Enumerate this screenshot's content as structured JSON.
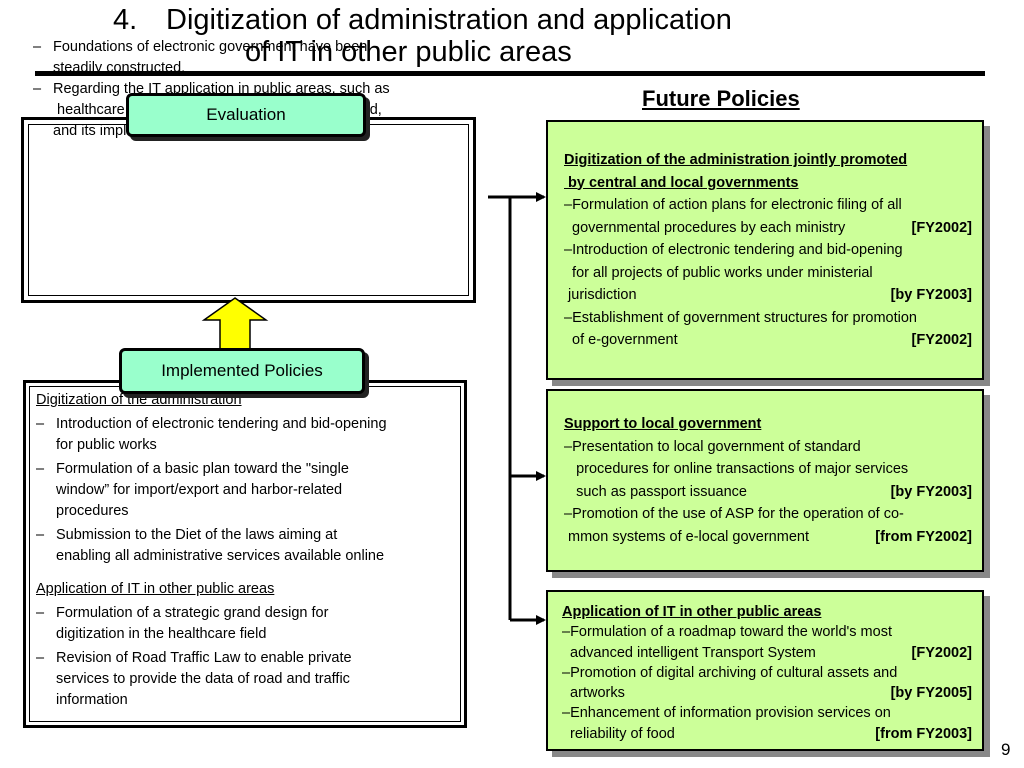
{
  "slide": {
    "title_number": "4.",
    "title_line1": "Digitization of administration and application",
    "title_line2": "of IT in other public areas",
    "page_number": "9"
  },
  "evaluation": {
    "label": "Evaluation",
    "items": [
      {
        "dash": "–",
        "text": "Foundations of electronic government have been",
        "cont": "steadily constructed."
      },
      {
        "dash": "–",
        "text": "Regarding the IT application in public areas, such as",
        "cont": " healthcare, ITS and GIS, its direction was clarified,",
        "cont2": "and its implementation is expected from now."
      }
    ]
  },
  "implemented": {
    "label": "Implemented Policies",
    "section1_heading": "Digitization of the administration",
    "section1_items": [
      {
        "dash": "–",
        "line1": "Introduction of electronic tendering and bid-opening",
        "line2": "for public works"
      },
      {
        "dash": "–",
        "line1": "Formulation of a basic plan toward the \"single",
        "line2": "window” for import/export and harbor-related",
        "line3": "procedures"
      },
      {
        "dash": "–",
        "line1": "Submission to the Diet of the laws aiming at",
        "line2": "enabling all administrative services available online"
      }
    ],
    "section2_heading": "Application of IT in other public areas",
    "section2_items": [
      {
        "dash": "–",
        "line1": "Formulation of a strategic grand design for",
        "line2": "digitization in the healthcare field"
      },
      {
        "dash": "–",
        "line1": "Revision of Road Traffic Law to enable private",
        "line2": "services to provide the data of road and traffic",
        "line3": "information"
      }
    ]
  },
  "future": {
    "title": "Future Policies",
    "box1": {
      "heading1": "Digitization of the administration jointly promoted",
      "heading2": " by central and local governments",
      "lines": [
        {
          "text": "–Formulation of action plans for electronic filing of all",
          "tag": ""
        },
        {
          "text": "  governmental procedures by each ministry",
          "tag": "[FY2002]"
        },
        {
          "text": "–Introduction of electronic tendering and bid-opening",
          "tag": ""
        },
        {
          "text": "  for all projects of public works under ministerial",
          "tag": ""
        },
        {
          "text": " jurisdiction",
          "tag": "[by FY2003]"
        },
        {
          "text": "–Establishment of government structures for promotion",
          "tag": ""
        },
        {
          "text": "  of e-government",
          "tag": "[FY2002]"
        }
      ]
    },
    "box2": {
      "heading": "Support to local government",
      "lines": [
        {
          "text": "–Presentation to local government of standard",
          "tag": ""
        },
        {
          "text": "   procedures for online transactions of major services",
          "tag": ""
        },
        {
          "text": "   such as passport issuance",
          "tag": "[by FY2003]"
        },
        {
          "text": "–Promotion of the use of ASP for the operation of co-",
          "tag": ""
        },
        {
          "text": " mmon systems of e-local government",
          "tag": "[from FY2002]"
        }
      ]
    },
    "box3": {
      "heading": "Application of IT in other public areas",
      "lines": [
        {
          "text": "–Formulation of a roadmap toward the world's most",
          "tag": ""
        },
        {
          "text": "  advanced intelligent Transport System",
          "tag": "[FY2002]"
        },
        {
          "text": "–Promotion of digital archiving of cultural assets and",
          "tag": ""
        },
        {
          "text": "  artworks",
          "tag": "[by FY2005]"
        },
        {
          "text": "–Enhancement of information provision services on",
          "tag": ""
        },
        {
          "text": "  reliability of food",
          "tag": "[from FY2003]"
        }
      ]
    }
  },
  "colors": {
    "evaluation_pill": "#99ffcc",
    "future_box": "#ccff99",
    "up_arrow": "#ffff00"
  }
}
